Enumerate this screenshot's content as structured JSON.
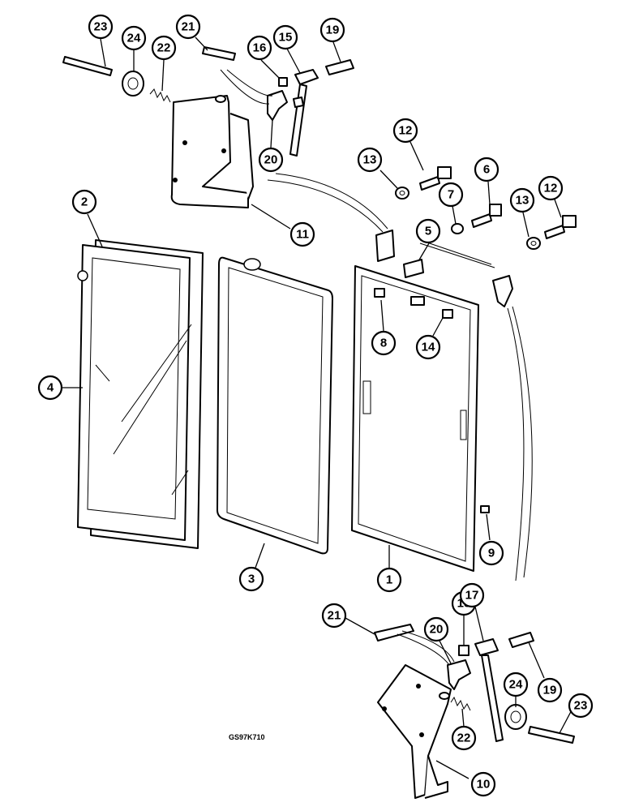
{
  "figure_code": "GS97K710",
  "callouts": [
    {
      "label": "23"
    },
    {
      "label": "24"
    },
    {
      "label": "22"
    },
    {
      "label": "21"
    },
    {
      "label": "16"
    },
    {
      "label": "15"
    },
    {
      "label": "19"
    },
    {
      "label": "20"
    },
    {
      "label": "11"
    },
    {
      "label": "12"
    },
    {
      "label": "13"
    },
    {
      "label": "7"
    },
    {
      "label": "6"
    },
    {
      "label": "12"
    },
    {
      "label": "13"
    },
    {
      "label": "5"
    },
    {
      "label": "2"
    },
    {
      "label": "4"
    },
    {
      "label": "8"
    },
    {
      "label": "14"
    },
    {
      "label": "3"
    },
    {
      "label": "1"
    },
    {
      "label": "9"
    },
    {
      "label": "21"
    },
    {
      "label": "18"
    },
    {
      "label": "17"
    },
    {
      "label": "20"
    },
    {
      "label": "24"
    },
    {
      "label": "19"
    },
    {
      "label": "22"
    },
    {
      "label": "23"
    },
    {
      "label": "10"
    }
  ]
}
